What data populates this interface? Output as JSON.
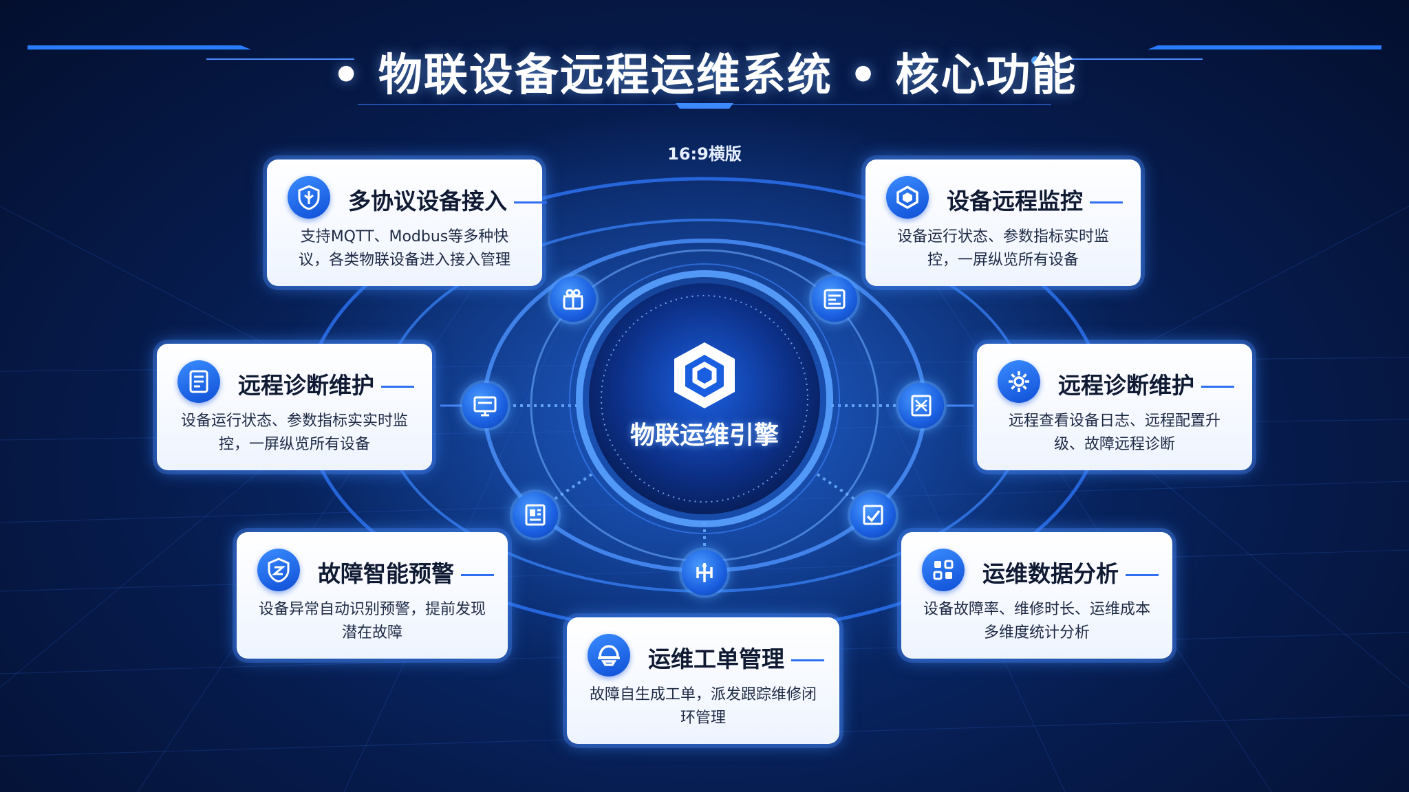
{
  "title": "• 物联设备远程运维系统 • 核心功能",
  "subtitle": "16:9横版",
  "center": {
    "label": "物联运维引擎"
  },
  "cards": [
    {
      "id": "multi-protocol-access",
      "title": "多协议设备接入",
      "desc": "支持MQTT、Modbus等多种快议，各类物联设备进入接入管理",
      "icon": "leaf-shield-icon"
    },
    {
      "id": "remote-monitoring",
      "title": "设备远程监控",
      "desc": "设备运行状态、参数指标实时监控，一屏纵览所有设备",
      "icon": "hexagon-monitor-icon"
    },
    {
      "id": "remote-diagnosis-left",
      "title": "远程诊断维护",
      "desc": "设备运行状态、参数指标实实时监控，一屏纵览所有设备",
      "icon": "document-list-icon"
    },
    {
      "id": "remote-diagnosis-right",
      "title": "远程诊断维护",
      "desc": "远程查看设备日志、远程配置升级、故障远程诊断",
      "icon": "gear-icon"
    },
    {
      "id": "fault-warning",
      "title": "故障智能预警",
      "desc": "设备异常自动识别预警，提前发现潜在故障",
      "icon": "shield-alert-icon"
    },
    {
      "id": "data-analysis",
      "title": "运维数据分析",
      "desc": "设备故障率、维修时长、运维成本多维度统计分析",
      "icon": "data-grid-icon"
    },
    {
      "id": "work-order",
      "title": "运维工单管理",
      "desc": "故障自生成工单，派发跟踪维修闭环管理",
      "icon": "helmet-icon"
    }
  ],
  "nodes": [
    {
      "id": "node-top-left",
      "icon": "gift-icon"
    },
    {
      "id": "node-top-right",
      "icon": "dashboard-icon"
    },
    {
      "id": "node-left",
      "icon": "monitor-icon"
    },
    {
      "id": "node-right",
      "icon": "map-icon"
    },
    {
      "id": "node-bottom-left",
      "icon": "report-icon"
    },
    {
      "id": "node-bottom-right",
      "icon": "chart-check-icon"
    },
    {
      "id": "node-bottom",
      "icon": "network-icon"
    }
  ],
  "colors": {
    "accent": "#2d6ff0",
    "background": "#061336",
    "card": "#ffffff"
  }
}
